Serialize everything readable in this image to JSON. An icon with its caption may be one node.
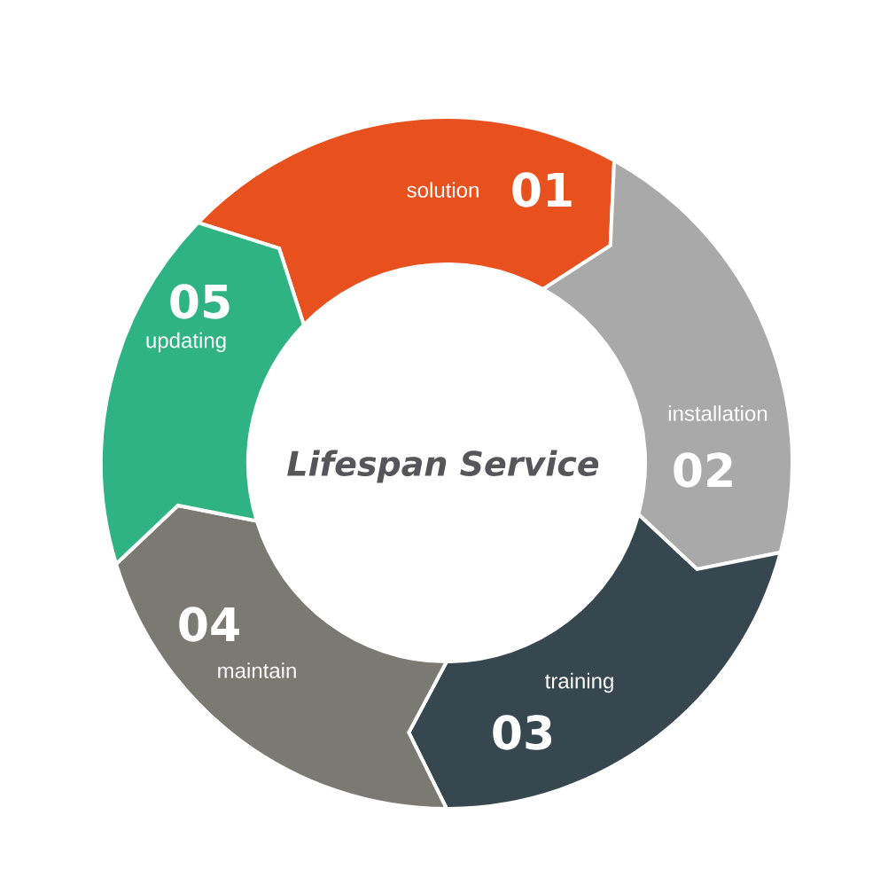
{
  "diagram": {
    "nodes": [
      {
        "text": [
          "solution",
          "01"
        ]
      },
      {
        "text": [
          "installation",
          "02"
        ]
      },
      {
        "text": [
          "training",
          "03"
        ]
      },
      {
        "text": [
          "04",
          "maintain"
        ]
      },
      {
        "text": [
          "05",
          "updating"
        ]
      },
      {
        "text": [
          "Lifespan Service"
        ]
      }
    ]
  }
}
